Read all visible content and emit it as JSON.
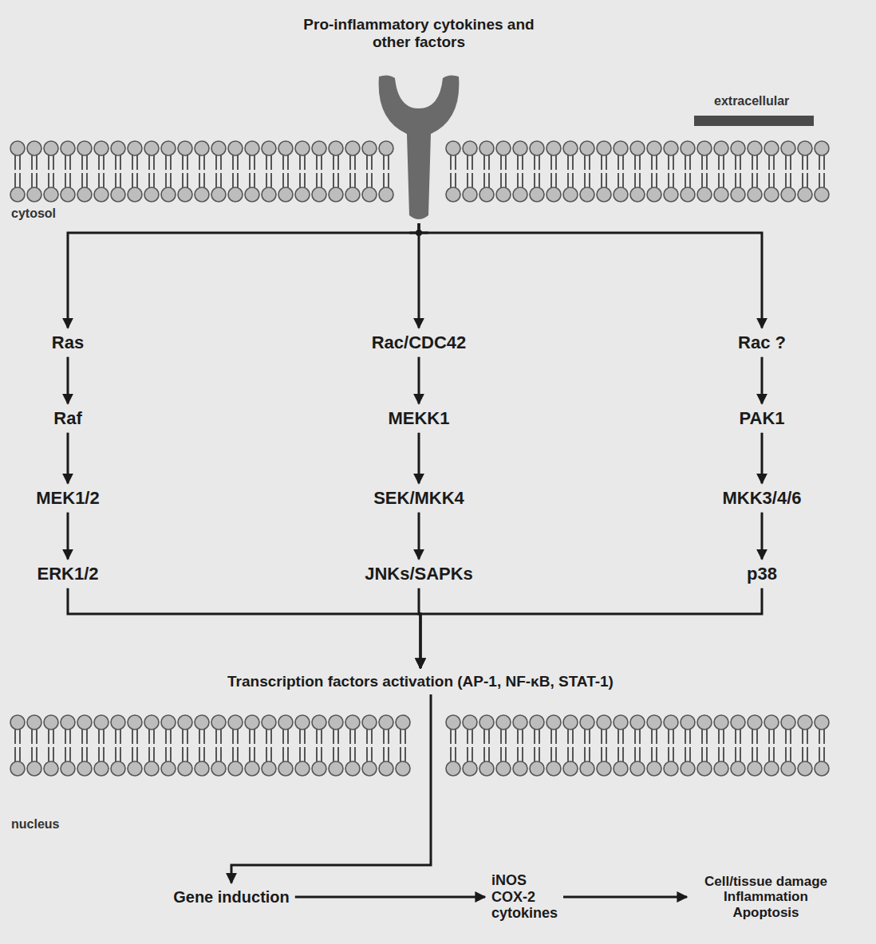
{
  "diagram": {
    "nodes": [
      {
        "text": [
          "Pro-inflammatory cytokines and other factors"
        ]
      },
      {
        "text": [
          "Ras"
        ]
      },
      {
        "text": [
          "Rac/CDC42"
        ]
      },
      {
        "text": [
          "Rac ?"
        ]
      },
      {
        "text": [
          "Raf"
        ]
      },
      {
        "text": [
          "MEKK1"
        ]
      },
      {
        "text": [
          "PAK1"
        ]
      },
      {
        "text": [
          "MEK1/2"
        ]
      },
      {
        "text": [
          "SEK/MKK4"
        ]
      },
      {
        "text": [
          "MKK3/4/6"
        ]
      },
      {
        "text": [
          "ERK1/2"
        ]
      },
      {
        "text": [
          "JNKs/SAPKs"
        ]
      },
      {
        "text": [
          "p38"
        ]
      },
      {
        "text": [
          "Transcription factors activation (AP-1, NF-κB, STAT-1)"
        ]
      },
      {
        "text": [
          "Gene induction"
        ]
      },
      {
        "text": [
          "iNOS COX-2 cytokines"
        ]
      },
      {
        "text": [
          "Cell/tissue damage Inflammation Apoptosis"
        ]
      }
    ],
    "edges": [
      {
        "from": 0,
        "to": 1,
        "arrow": "to"
      },
      {
        "from": 0,
        "to": 2,
        "arrow": "to"
      },
      {
        "from": 0,
        "to": 3,
        "arrow": "to"
      },
      {
        "from": 1,
        "to": 4,
        "arrow": "to"
      },
      {
        "from": 4,
        "to": 7,
        "arrow": "to"
      },
      {
        "from": 7,
        "to": 10,
        "arrow": "to"
      },
      {
        "from": 2,
        "to": 5,
        "arrow": "to"
      },
      {
        "from": 5,
        "to": 8,
        "arrow": "to"
      },
      {
        "from": 8,
        "to": 11,
        "arrow": "to"
      },
      {
        "from": 3,
        "to": 6,
        "arrow": "to"
      },
      {
        "from": 6,
        "to": 9,
        "arrow": "to"
      },
      {
        "from": 9,
        "to": 12,
        "arrow": "to"
      },
      {
        "from": 10,
        "to": 13,
        "arrow": "to"
      },
      {
        "from": 11,
        "to": 13,
        "arrow": "to"
      },
      {
        "from": 12,
        "to": 13,
        "arrow": "to"
      },
      {
        "from": 13,
        "to": 14,
        "arrow": "to"
      },
      {
        "from": 14,
        "to": 15,
        "arrow": "to"
      },
      {
        "from": 15,
        "to": 16,
        "arrow": "to"
      }
    ],
    "labels": [
      "extracellular",
      "cytosol",
      "nucleus"
    ]
  }
}
